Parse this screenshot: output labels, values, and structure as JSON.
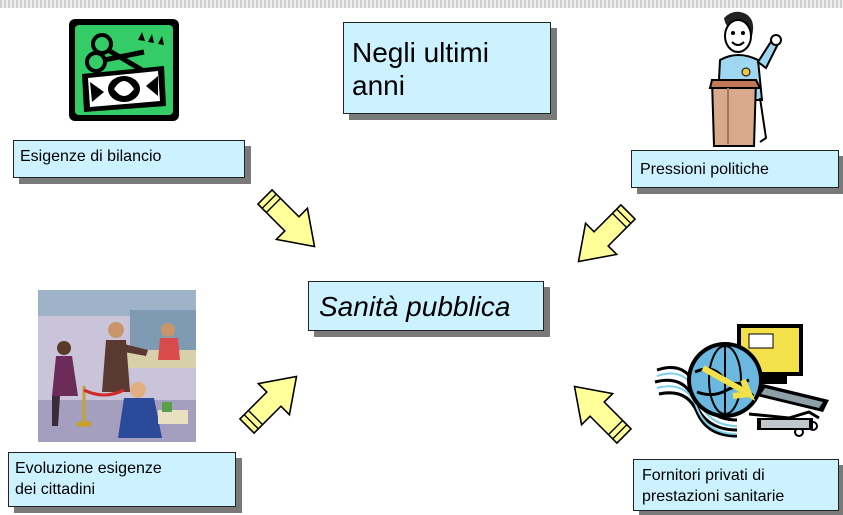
{
  "boxes": {
    "heading_line1": "Negli ultimi",
    "heading_line2": "anni",
    "center": "Sanità pubblica",
    "budget": "Esigenze di bilancio",
    "politics": "Pressioni politiche",
    "citizens_line1": "Evoluzione esigenze",
    "citizens_line2": "dei cittadini",
    "providers_line1": "Fornitori privati di",
    "providers_line2": "prestazioni sanitarie"
  },
  "colors": {
    "box_fill": "#ccf2ff",
    "box_shadow": "#7a7a7a",
    "arrow_fill": "#ffff99",
    "clipart_green": "#33cc66"
  },
  "icons": [
    "scissors-money-icon",
    "politician-podium-icon",
    "office-queue-icon",
    "globe-computer-icon"
  ]
}
